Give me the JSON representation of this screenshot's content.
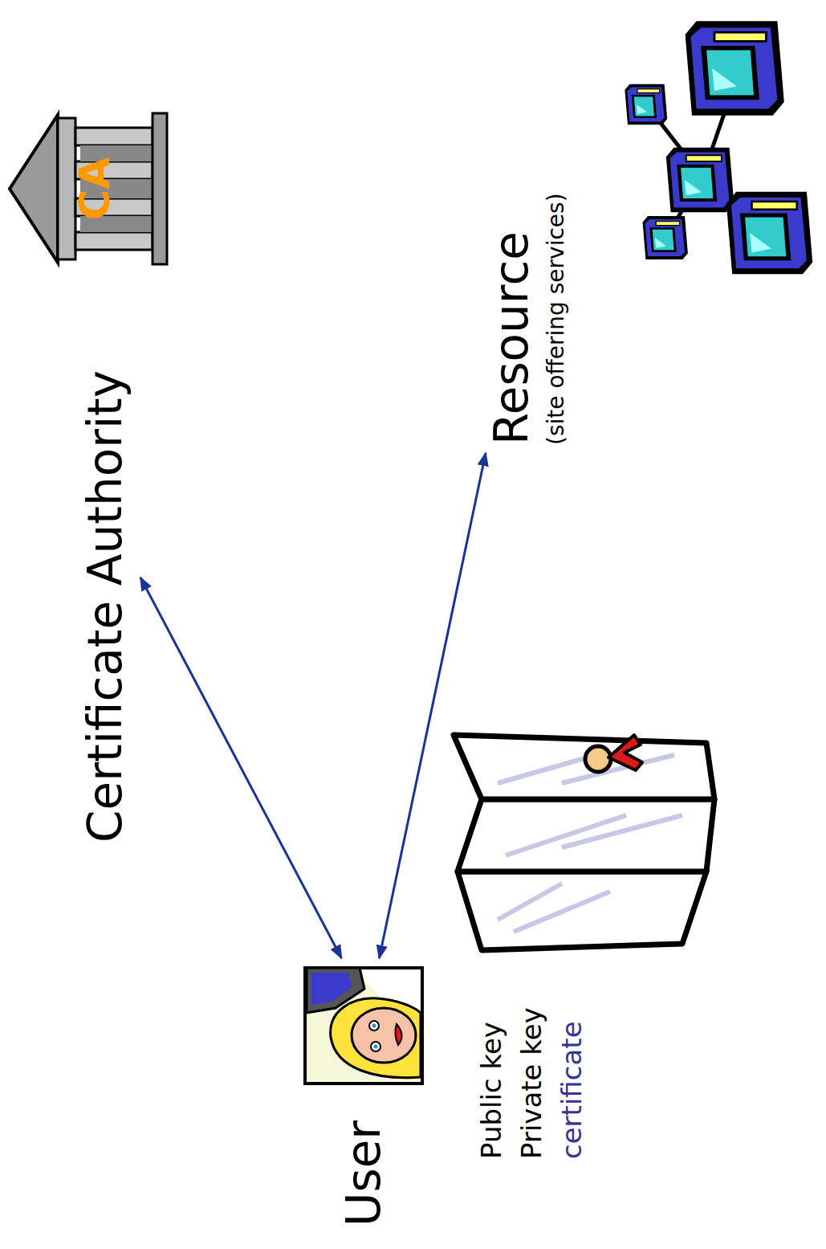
{
  "diagram": {
    "nodes": [
      {
        "text": [
          "User"
        ]
      },
      {
        "text": [
          "Certificate Authority"
        ]
      },
      {
        "text": [
          "Resource",
          "(site offering services)"
        ]
      }
    ],
    "edges": [
      {
        "from": 0,
        "to": 1,
        "arrow": "both"
      },
      {
        "from": 0,
        "to": 2,
        "arrow": "both"
      }
    ],
    "labels": [
      "Public key",
      "Private key",
      "certificate",
      "CA"
    ]
  }
}
